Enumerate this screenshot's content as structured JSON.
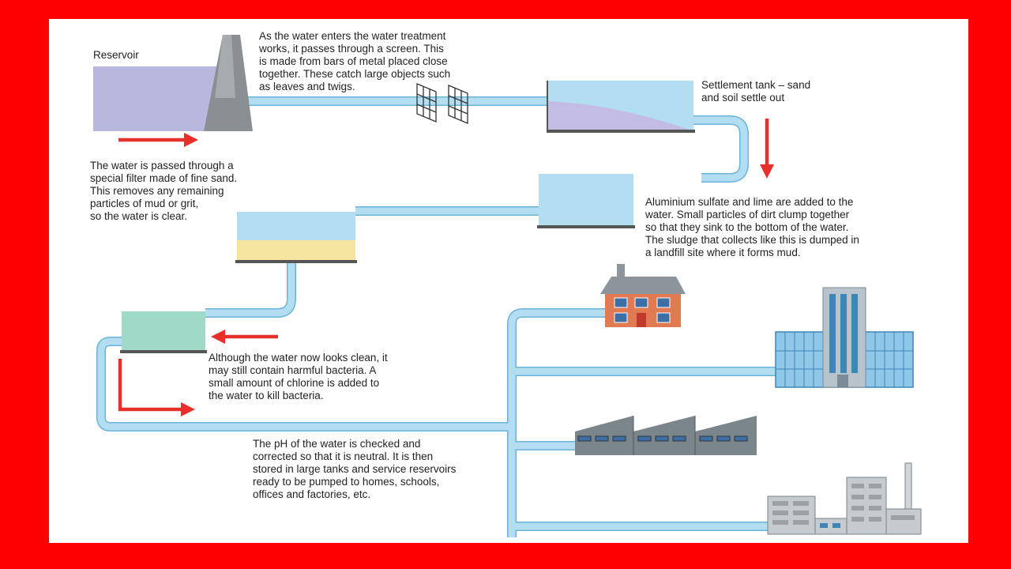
{
  "colors": {
    "frame": "#ff0000",
    "background": "#ffffff",
    "pipe_water": "#b3def2",
    "pipe_edge": "#6ab4d8",
    "reservoir_water": "#b8b8de",
    "settled_sediment": "#c3bce4",
    "sand_layer": "#f5e3a0",
    "chlorine_tank": "#9fd9c8",
    "tank_base": "#555555",
    "arrow": "#e8302a",
    "house_wall": "#e07a53",
    "house_roof": "#8c959c",
    "building_glass": "#6fb3dc",
    "factory": "#7b858c",
    "text": "#222222"
  },
  "labels": {
    "reservoir": "Reservoir",
    "screen": "As the water enters the water treatment\nworks, it passes through a screen. This\nis made from bars of metal placed close\ntogether. These catch large objects such\nas leaves and twigs.",
    "settlement": "Settlement tank – sand\nand soil settle out",
    "coagulation": "Aluminium sulfate and lime are added to the\nwater. Small particles of dirt clump together\nso that they sink to the bottom of the water.\nThe sludge that collects like this is dumped in\na landfill site where it forms mud.",
    "filter": "The water is passed through a\nspecial filter made of fine sand.\nThis removes any remaining\nparticles of mud or grit,\nso the water is clear.",
    "chlorine": "Although the water now looks clean, it\nmay still contain harmful bacteria. A\nsmall amount of chlorine is added to\nthe water to kill bacteria.",
    "ph": "The pH of the water is checked and\ncorrected so that it is neutral. It is then\nstored in large tanks and service reservoirs\nready to be pumped to homes, schools,\noffices and factories, etc."
  },
  "icons": {
    "dam": "dam-icon",
    "screens": "screen-grid-icon",
    "house": "house-icon",
    "office": "office-building-icon",
    "factory": "factory-icon",
    "city": "city-buildings-icon",
    "arrows": "flow-arrow-icon"
  }
}
